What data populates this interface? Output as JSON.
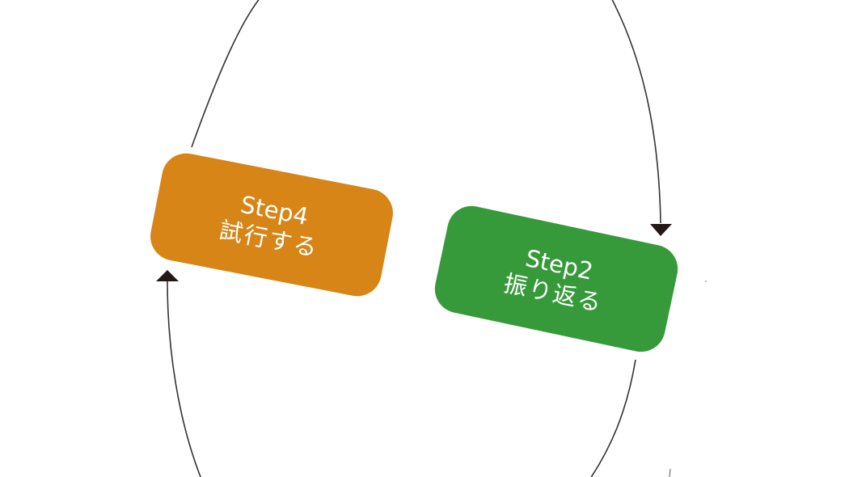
{
  "diagram": {
    "type": "cycle",
    "steps": [
      {
        "id": "step4",
        "title": "Step4",
        "label": "試行する",
        "color": "#d68516"
      },
      {
        "id": "step2",
        "title": "Step2",
        "label": "振り返る",
        "color": "#379a3a"
      }
    ],
    "connector_color": "#231815"
  }
}
